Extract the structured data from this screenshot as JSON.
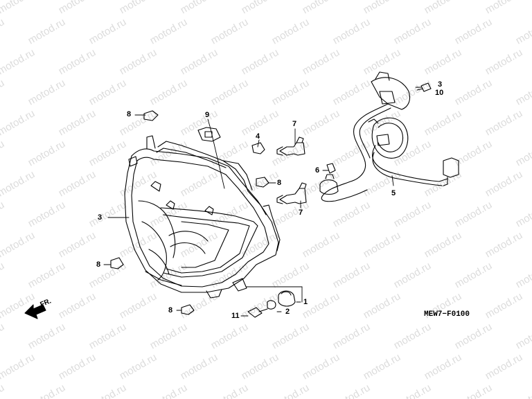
{
  "watermark": "motod.ru",
  "diagram_code": "MEW7−F0100",
  "direction_label": "FR.",
  "callouts": [
    {
      "id": "c3a",
      "text": "3"
    },
    {
      "id": "c10",
      "text": "10"
    },
    {
      "id": "c8a",
      "text": "8"
    },
    {
      "id": "c9",
      "text": "9"
    },
    {
      "id": "c7a",
      "text": "7"
    },
    {
      "id": "c4",
      "text": "4"
    },
    {
      "id": "c6",
      "text": "6"
    },
    {
      "id": "c8b",
      "text": "8"
    },
    {
      "id": "c5",
      "text": "5"
    },
    {
      "id": "c3b",
      "text": "3"
    },
    {
      "id": "c7b",
      "text": "7"
    },
    {
      "id": "c8c",
      "text": "8"
    },
    {
      "id": "c1",
      "text": "1"
    },
    {
      "id": "c2",
      "text": "2"
    },
    {
      "id": "c8d",
      "text": "8"
    },
    {
      "id": "c11",
      "text": "11"
    }
  ]
}
